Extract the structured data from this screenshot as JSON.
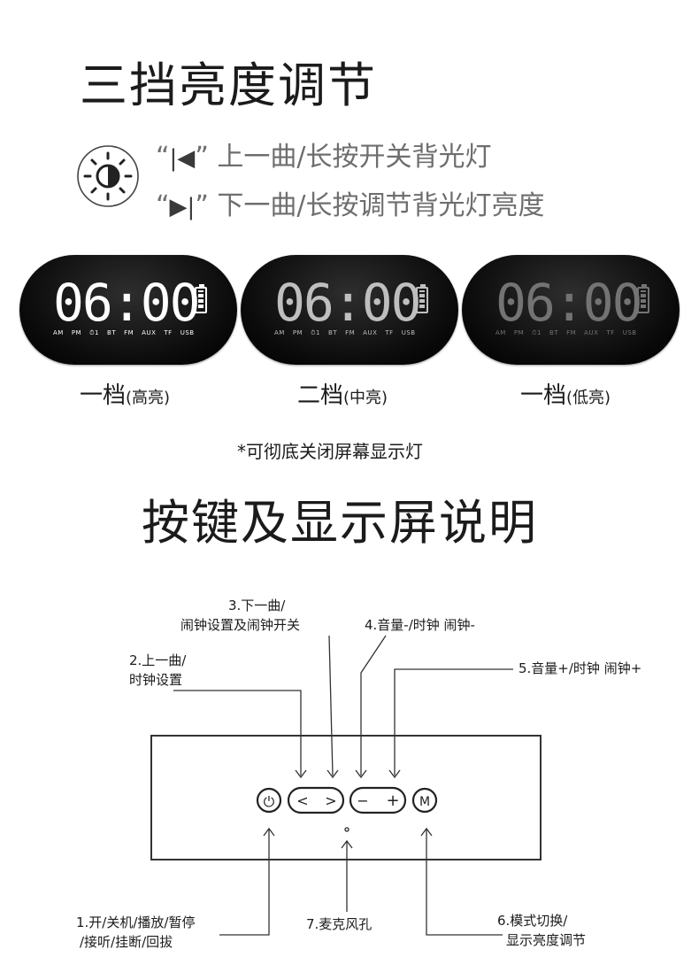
{
  "brightness_section": {
    "title": "三挡亮度调节",
    "line1": {
      "open_quote": "“",
      "glyph": "|◀",
      "close_quote": "”",
      "text": "上一曲/长按开关背光灯"
    },
    "line2": {
      "open_quote": "“",
      "glyph": "▶|",
      "close_quote": "”",
      "text": "下一曲/长按调节背光灯亮度"
    },
    "displays": [
      {
        "time": "06:00",
        "brightness": 1.0,
        "caption_main": "一档",
        "caption_sub": "(高亮)"
      },
      {
        "time": "06:00",
        "brightness": 0.75,
        "caption_main": "二档",
        "caption_sub": "(中亮)"
      },
      {
        "time": "06:00",
        "brightness": 0.45,
        "caption_main": "一档",
        "caption_sub": "(低亮)"
      }
    ],
    "display_labels": [
      "AM",
      "PM",
      "⏱1",
      "BT",
      "FM",
      "AUX",
      "TF",
      "USB"
    ],
    "note": "*可彻底关闭屏幕显示灯"
  },
  "buttons_section": {
    "title": "按键及显示屏说明",
    "labels": {
      "next": [
        "3.下一曲/",
        "闹钟设置及闹钟开关"
      ],
      "vol_down": [
        "4.音量-/时钟 闹钟-"
      ],
      "prev": [
        "2.上一曲/",
        "时钟设置"
      ],
      "vol_up": [
        "5.音量+/时钟 闹钟+"
      ],
      "power": [
        "1.开/关机/播放/暂停",
        "/接听/挂断/回拔"
      ],
      "mic": [
        "7.麦克风孔"
      ],
      "mode": [
        "6.模式切换/",
        "显示亮度调节"
      ]
    },
    "key_glyphs": {
      "power": "⏻",
      "prev": "<",
      "next": ">",
      "minus": "−",
      "plus": "+",
      "mode": "M"
    }
  },
  "colors": {
    "pill_bg": "#000000",
    "digit_on": "#ffffff",
    "text_grey": "#6e6e6e"
  }
}
